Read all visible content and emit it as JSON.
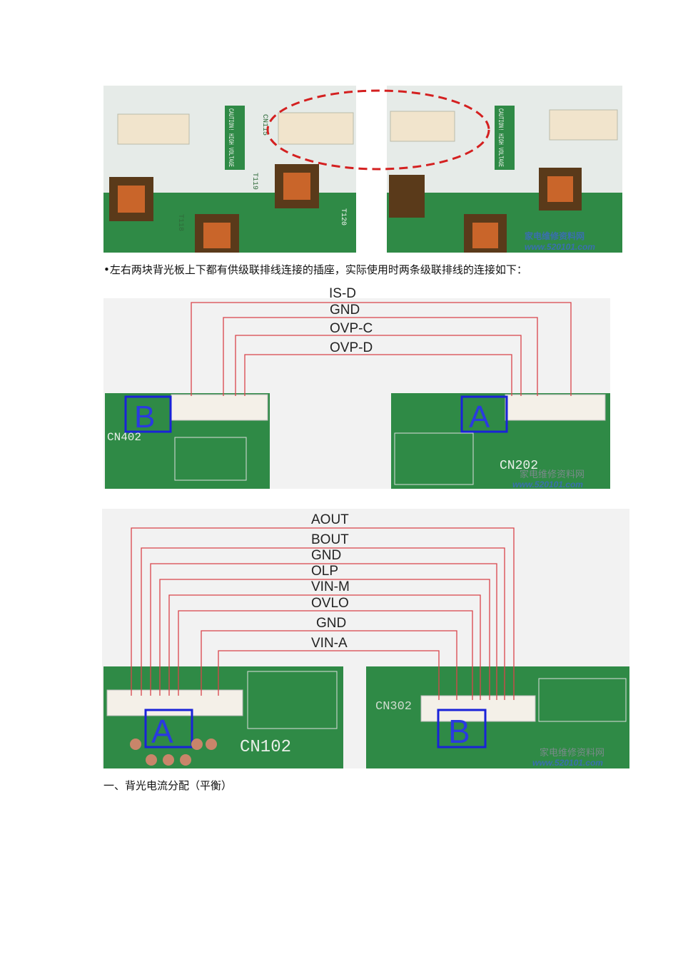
{
  "photo": {
    "left_caution": "CAUTION! HIGH VOLTAGE",
    "right_caution": "CAUTION! HIGH VOLTAGE",
    "labels": [
      "CN115",
      "T119",
      "T118",
      "T120"
    ],
    "watermark_cn": "家电维修资料网",
    "watermark_url": "www.520101.com"
  },
  "intro_text": "•左右两块背光板上下都有供级联排线连接的插座，实际使用时两条级联排线的连接如下：",
  "diagram1": {
    "signals": [
      "IS-D",
      "GND",
      "OVP-C",
      "OVP-D"
    ],
    "left_box": "B",
    "right_box": "A",
    "left_connector": "CN402",
    "right_connector": "CN202",
    "watermark_cn": "家电维修资料网",
    "watermark_url": "www.520101.com"
  },
  "diagram2": {
    "signals": [
      "AOUT",
      "BOUT",
      "GND",
      "OLP",
      "VIN-M",
      "OVLO",
      "GND",
      "VIN-A"
    ],
    "left_box": "A",
    "right_box": "B",
    "left_connector": "CN102",
    "right_connector": "CN302",
    "watermark_cn": "家电维修资料网",
    "watermark_url": "www.520101.com"
  },
  "section_heading": "一、背光电流分配（平衡）",
  "colors": {
    "wire": "#d9434a",
    "pcb": "#2f8a46",
    "box": "#1a22d8"
  }
}
